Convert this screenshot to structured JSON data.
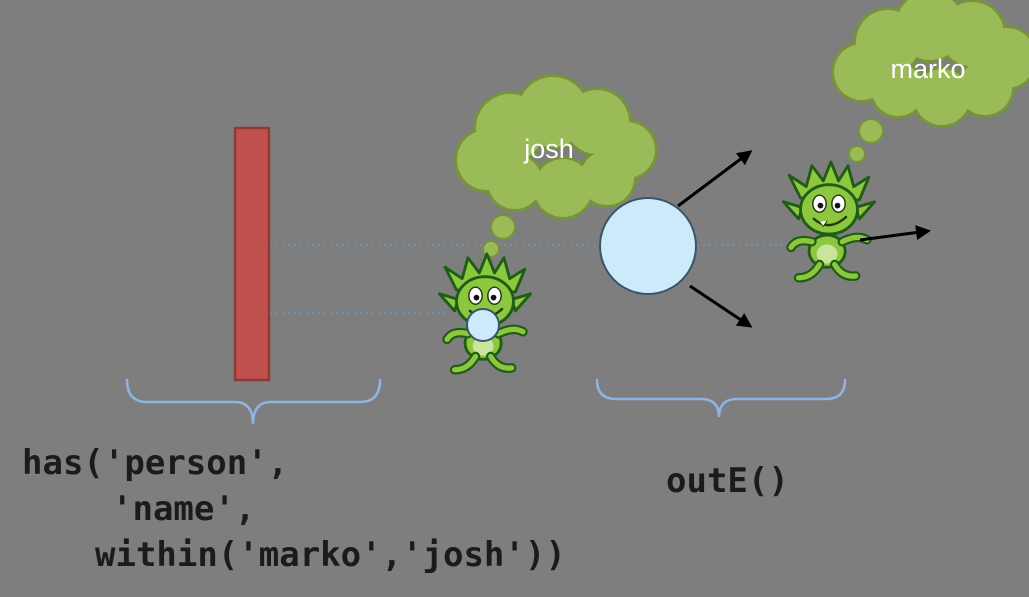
{
  "diagram": {
    "title": "gremlin-traversal-filter-diagram",
    "thought_clouds": [
      {
        "name": "josh-cloud",
        "label": "josh"
      },
      {
        "name": "marko-cloud",
        "label": "marko"
      }
    ],
    "annotations": {
      "filter_code": [
        "has('person',",
        "'name',",
        "within('marko','josh'))"
      ],
      "oute_code": "outE()"
    },
    "elements": {
      "barrier": "filter-barrier-bar",
      "vertex": "vertex-circle",
      "traversers": [
        "gremlin-traverser-josh",
        "gremlin-traverser-marko"
      ],
      "out_edge_arrow_count": 3,
      "dotted_path_count": 3,
      "brace_count": 2
    },
    "colors": {
      "background": "#7E7E7E",
      "barrier_fill": "#C0504D",
      "barrier_border": "#8C3A37",
      "cloud_fill": "#9BBB59",
      "cloud_border": "#77933C",
      "vertex_fill": "#CDEAFB",
      "vertex_border": "#39556E",
      "dotted_line": "#5B9BD5",
      "brace": "#8EB4E3",
      "arrow": "#000000",
      "code_text": "#1B1B1B",
      "cloud_text": "#FFFFFF",
      "gremlin_body": "#8DC63F",
      "gremlin_outline": "#1F5C14"
    }
  }
}
